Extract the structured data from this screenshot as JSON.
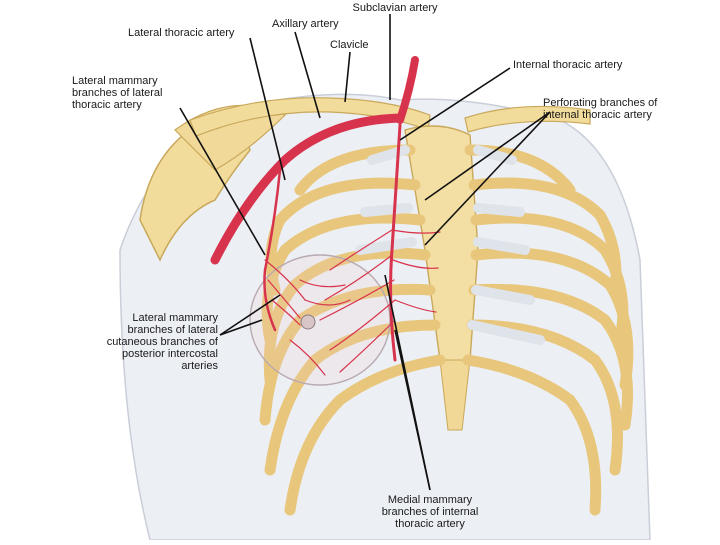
{
  "labels": {
    "subclavian_artery": "Subclavian artery",
    "axillary_artery": "Axillary artery",
    "lateral_thoracic_artery": "Lateral thoracic artery",
    "clavicle": "Clavicle",
    "internal_thoracic_artery": "Internal thoracic artery",
    "lateral_mammary_branches_lateral_thoracic": "Lateral mammary\nbranches of lateral\nthoracic artery",
    "perforating_branches": "Perforating branches of\ninternal thoracic artery",
    "lateral_mammary_branches_intercostal": "Lateral mammary\nbranches of lateral\ncutaneous branches of\nposterior intercostal\narteries",
    "medial_mammary_branches": "Medial mammary\nbranches of internal\nthoracic artery"
  },
  "colors": {
    "bone": "#f2dc9c",
    "bone_shadow": "#d9b66a",
    "cartilage": "#dfe3ea",
    "skin": "#e9ecf1",
    "artery": "#d8334c",
    "leader_line": "#111111"
  }
}
